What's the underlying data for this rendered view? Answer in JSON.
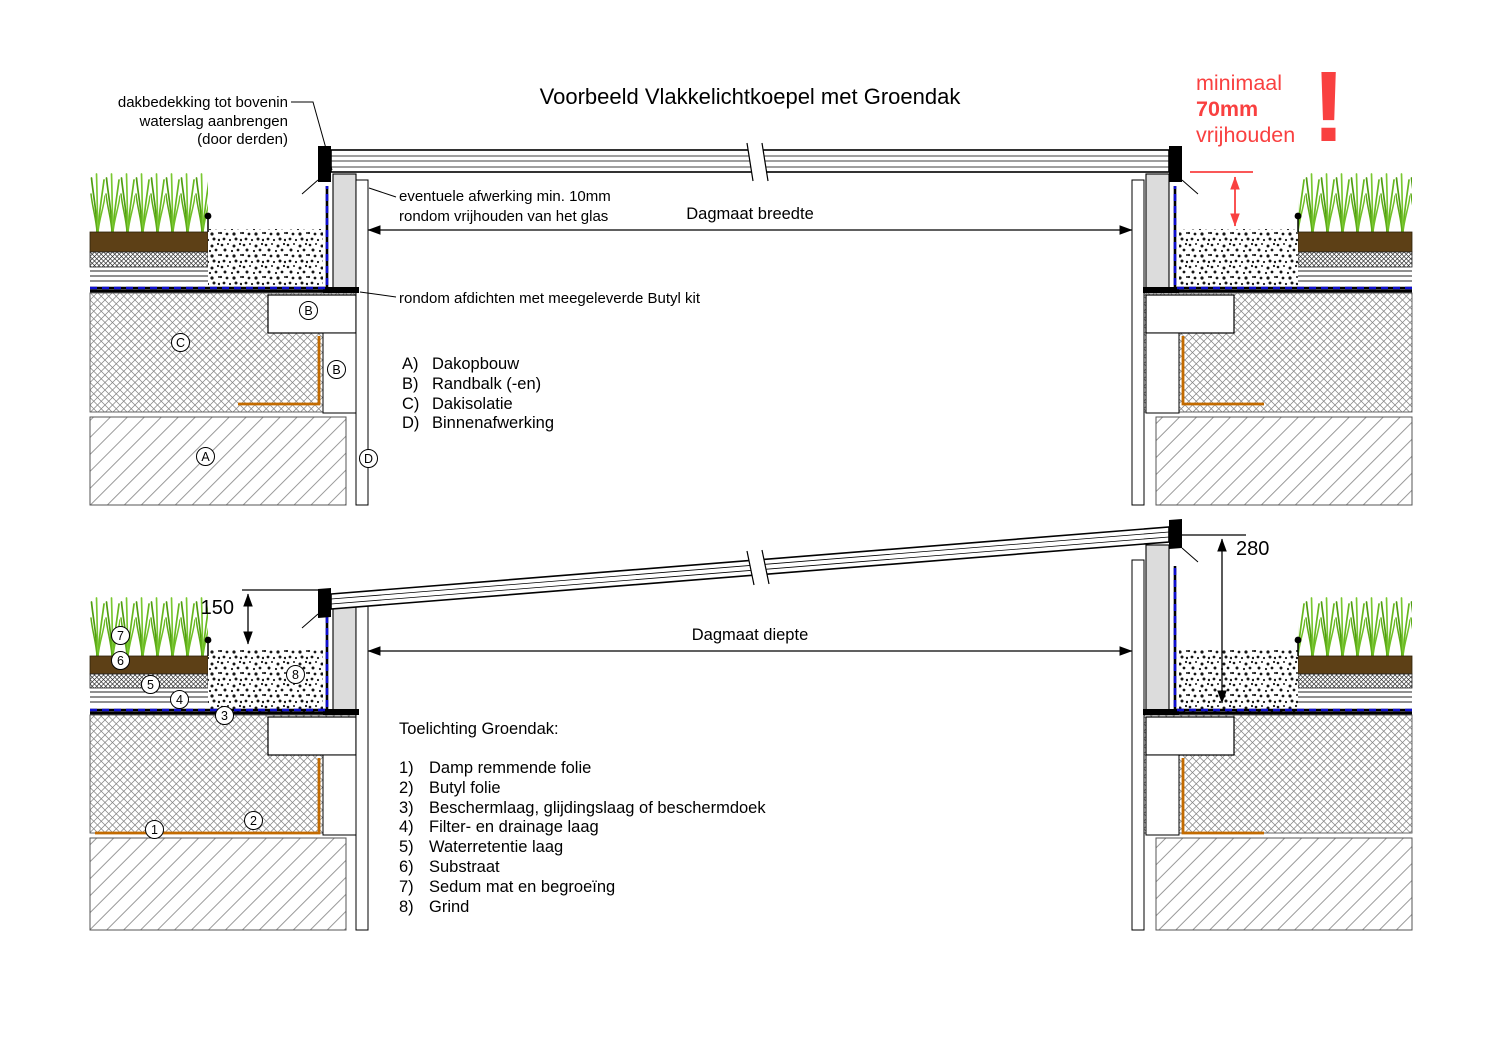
{
  "title": "Voorbeeld Vlakkelichtkoepel met Groendak",
  "colors": {
    "warning_red": "#f94040",
    "membrane_blue": "#0f0fd0",
    "foil_orange": "#c36b00",
    "kerb_grey": "#dcdcdc",
    "substrate_brown": "#5d4016",
    "grass_green": "#5fae14"
  },
  "warning": {
    "line1": "minimaal",
    "line2": "70mm",
    "line3": "vrijhouden",
    "mark": "!"
  },
  "top": {
    "note_dakbedekking": "dakbedekking tot bovenin\nwaterslag aanbrengen\n(door derden)",
    "note_afwerking": "eventuele afwerking min. 10mm\nrondom vrijhouden van het glas",
    "note_butyl": "rondom afdichten met meegeleverde Butyl kit",
    "dim_width_label": "Dagmaat breedte",
    "legend": [
      {
        "key": "A)",
        "label": "Dakopbouw"
      },
      {
        "key": "B)",
        "label": "Randbalk (-en)"
      },
      {
        "key": "C)",
        "label": "Dakisolatie"
      },
      {
        "key": "D)",
        "label": "Binnenafwerking"
      }
    ],
    "callouts": {
      "b_beam": "B",
      "c_insulation": "C",
      "b_upstand": "B",
      "a_deck": "A",
      "d_finish": "D"
    }
  },
  "bottom": {
    "dim_150": "150",
    "dim_280": "280",
    "dim_depth_label": "Dagmaat diepte",
    "list_title": "Toelichting Groendak:",
    "items": [
      {
        "num": "1)",
        "label": "Damp remmende folie"
      },
      {
        "num": "2)",
        "label": "Butyl folie"
      },
      {
        "num": "3)",
        "label": "Beschermlaag, glijdingslaag of beschermdoek"
      },
      {
        "num": "4)",
        "label": "Filter- en drainage laag"
      },
      {
        "num": "5)",
        "label": "Waterretentie laag"
      },
      {
        "num": "6)",
        "label": "Substraat"
      },
      {
        "num": "7)",
        "label": "Sedum mat en begroeïng"
      },
      {
        "num": "8)",
        "label": "Grind"
      }
    ],
    "callouts": {
      "n1": "1",
      "n2": "2",
      "n3": "3",
      "n4": "4",
      "n5": "5",
      "n6": "6",
      "n7": "7",
      "n8": "8"
    }
  }
}
